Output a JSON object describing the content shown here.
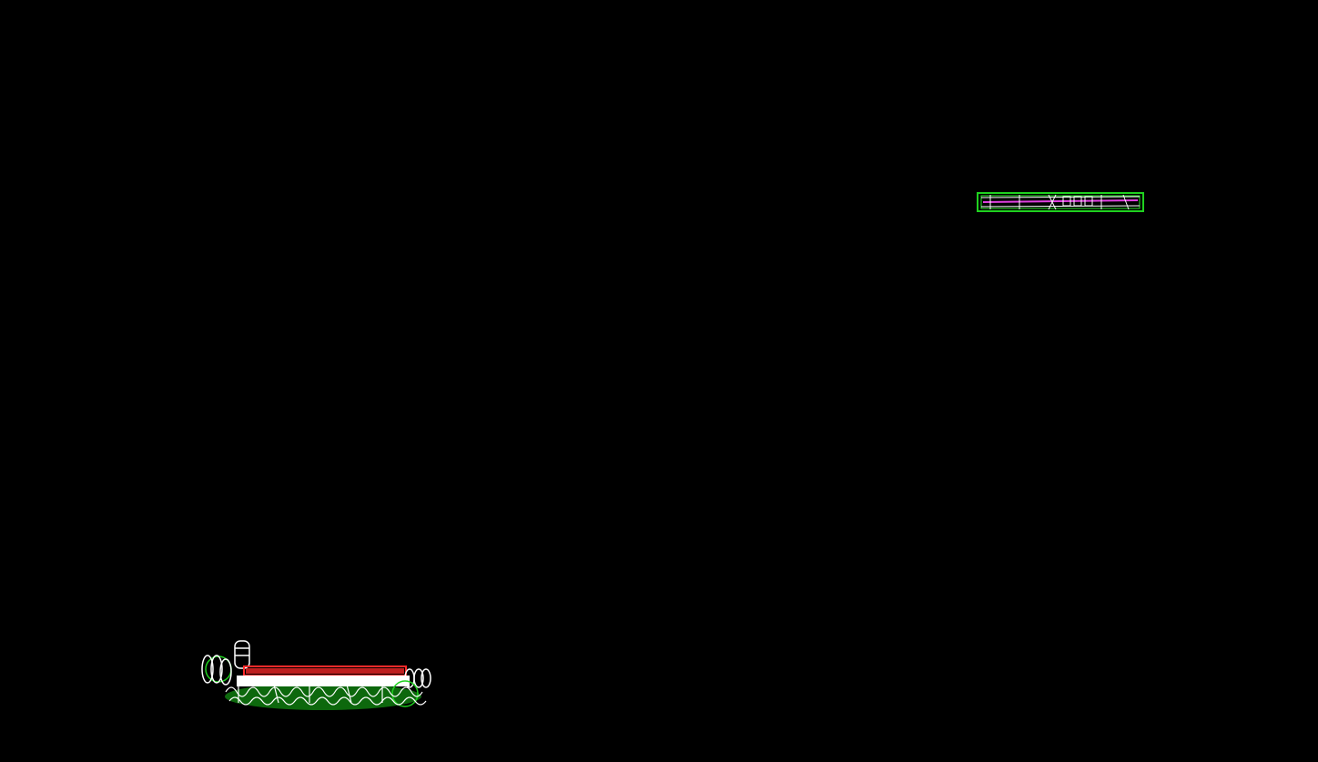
{
  "canvas": {
    "background": "#000000"
  },
  "colors": {
    "outline_green": "#1fd11f",
    "outline_dark_green": "#0f7a0f",
    "inner_green": "#28e828",
    "accent_magenta": "#e040e0",
    "accent_red": "#ff2a2a",
    "line_white": "#ffffff"
  },
  "drawings": [
    {
      "name": "component-strip-right",
      "description_kind": "thin linear part outline with dense detail"
    },
    {
      "name": "component-assembly-left",
      "description_kind": "assembly with rollers and a red bar"
    }
  ]
}
